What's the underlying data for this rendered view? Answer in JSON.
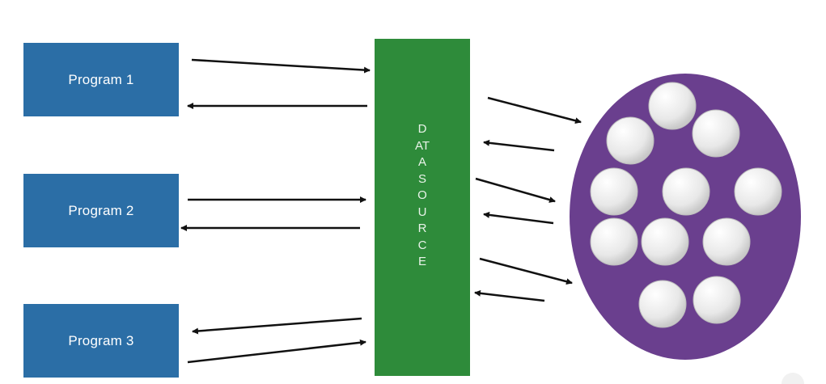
{
  "programs": [
    {
      "label": "Program 1"
    },
    {
      "label": "Program 2"
    },
    {
      "label": "Program 3"
    }
  ],
  "datasource": {
    "label": "DATASOURCE"
  },
  "pool": {
    "connection_count": 11
  },
  "colors": {
    "program_box": "#2b6ea6",
    "datasource": "#2e8b3a",
    "pool": "#6a3f8e",
    "connection": "#e6e6e6",
    "arrow": "#111111"
  }
}
